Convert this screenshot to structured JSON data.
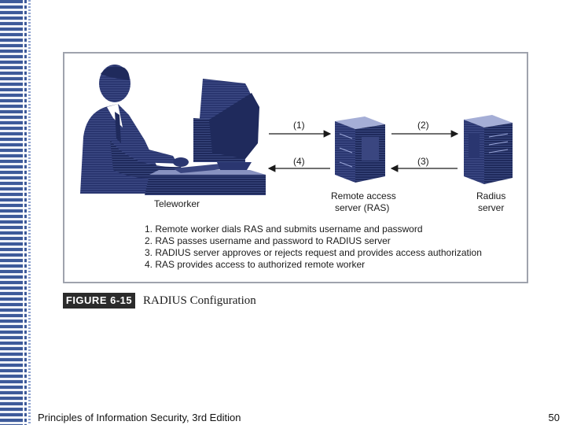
{
  "diagram": {
    "labels": {
      "teleworker": "Teleworker",
      "ras_line1": "Remote access",
      "ras_line2": "server (RAS)",
      "radius_line1": "Radius",
      "radius_line2": "server"
    },
    "arrows": [
      "(1)",
      "(2)",
      "(3)",
      "(4)"
    ],
    "steps": [
      "1. Remote worker dials RAS and submits username and password",
      "2. RAS passes username and password to RADIUS server",
      "3. RADIUS server approves or rejects request and provides access authorization",
      "4. RAS provides access to authorized remote worker"
    ]
  },
  "caption": {
    "tag": "FIGURE 6-15",
    "title": "RADIUS Configuration"
  },
  "footer": {
    "book_title": "Principles of Information Security, 3rd Edition",
    "page_number": "50"
  },
  "colors": {
    "illustration_navy": "#1f2a5c",
    "stripe_blue": "#3d5a9a"
  }
}
